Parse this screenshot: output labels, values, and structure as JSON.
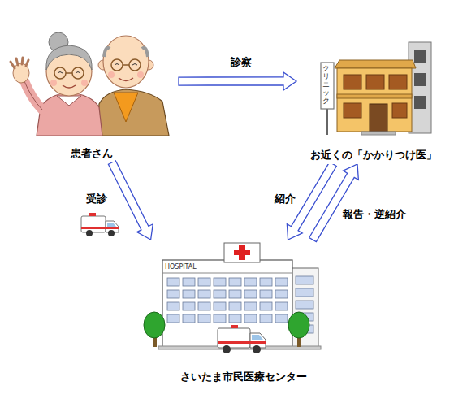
{
  "diagram": {
    "nodes": [
      {
        "text": [
          "患者さん"
        ]
      },
      {
        "text": [
          "お近くの「かかりつけ医」"
        ]
      },
      {
        "text": [
          "さいたま市民医療センター"
        ]
      }
    ],
    "edges": [
      {
        "from": 0,
        "to": 1,
        "label": "診察",
        "arrow": "to"
      },
      {
        "from": 0,
        "to": 2,
        "label": "受診",
        "arrow": "to"
      },
      {
        "from": 1,
        "to": 2,
        "label": "紹介",
        "arrow": "to"
      },
      {
        "from": 2,
        "to": 1,
        "label": "報告・逆紹介",
        "arrow": "to"
      }
    ],
    "labels": [
      "クリニック",
      "HOSPITAL"
    ]
  }
}
